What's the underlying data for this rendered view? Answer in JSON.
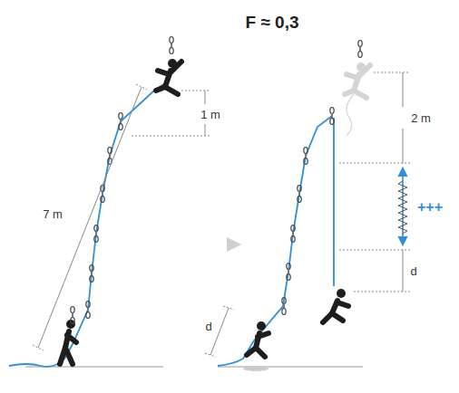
{
  "diagram": {
    "title": "F ≈ 0,3",
    "labels": [
      "7 m",
      "1 m",
      "2 m",
      "+++",
      "d",
      "d"
    ]
  }
}
